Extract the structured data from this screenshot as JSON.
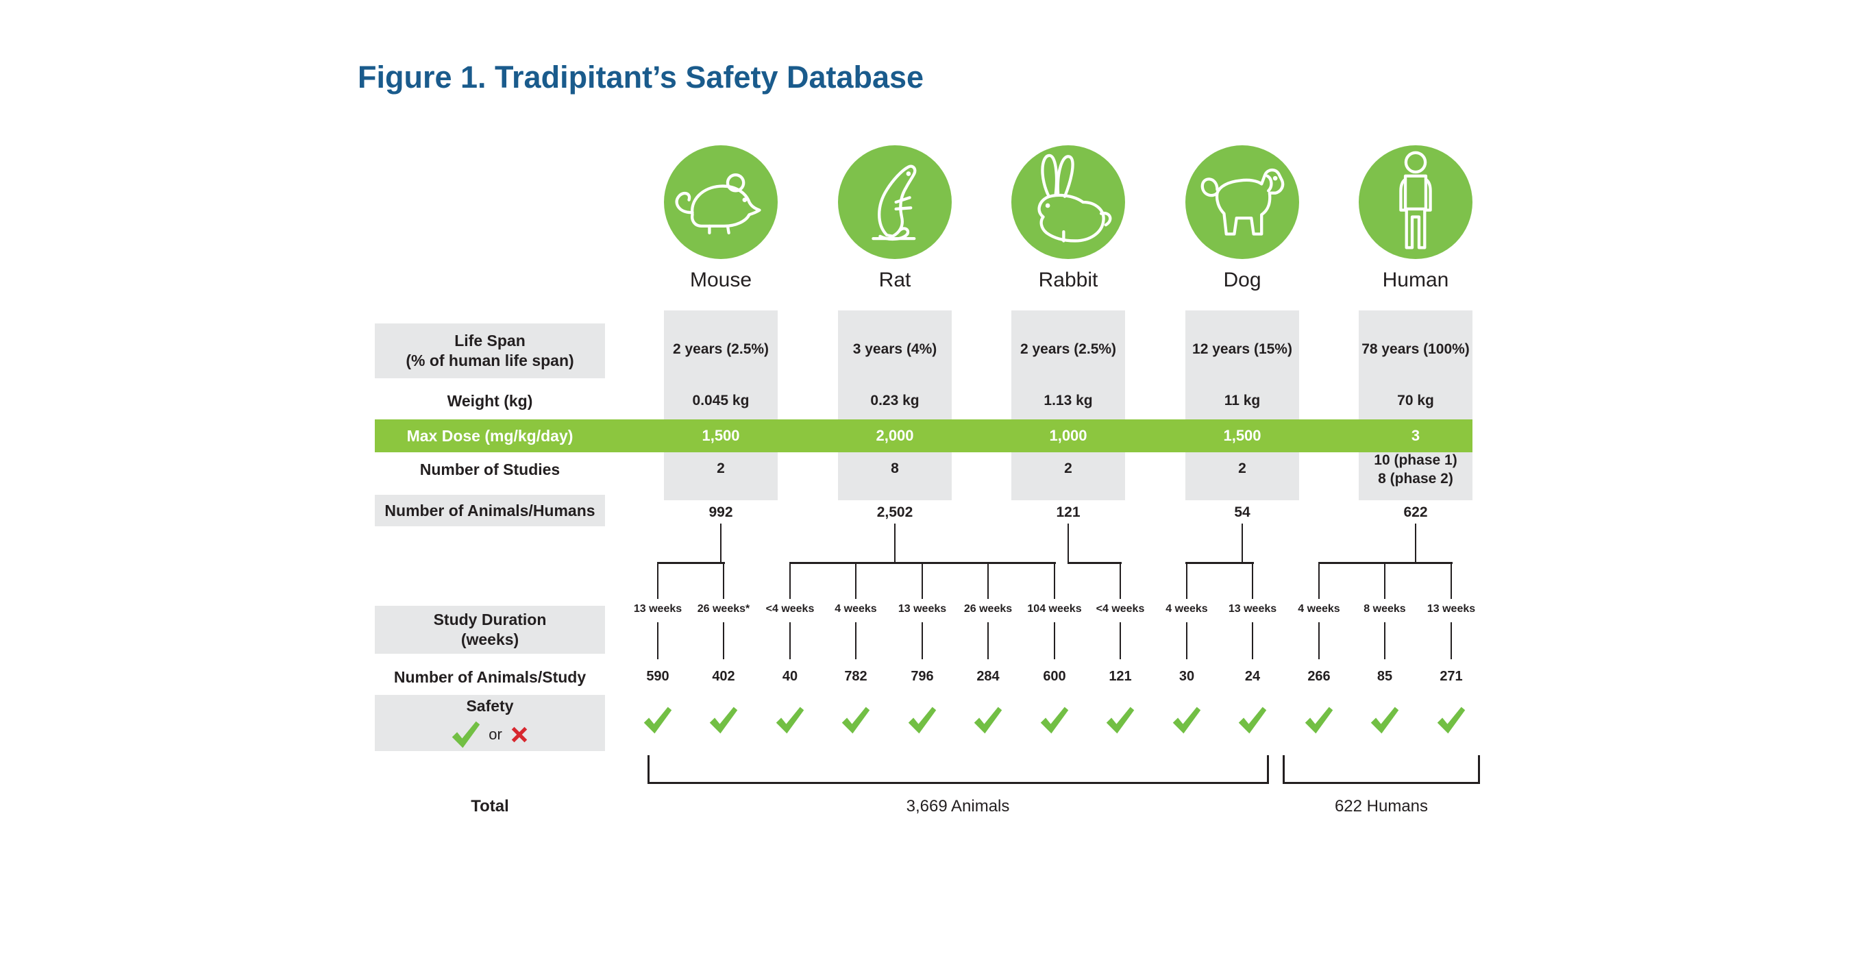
{
  "title": "Figure 1. Tradipitant’s Safety Database",
  "colors": {
    "accent_green": "#8CC63F",
    "icon_green": "#7EC14B",
    "check_green": "#72BF44",
    "cross_red": "#D7282F",
    "title_blue": "#1A5B8C",
    "box_gray": "#E6E7E8",
    "text_dark": "#231F20"
  },
  "row_labels": {
    "life_span_line1": "Life Span",
    "life_span_line2": "(% of human life span)",
    "weight": "Weight (kg)",
    "max_dose": "Max Dose (mg/kg/day)",
    "num_studies": "Number of Studies",
    "num_animals_humans": "Number of Animals/Humans",
    "study_duration_line1": "Study Duration",
    "study_duration_line2": "(weeks)",
    "num_animals_study": "Number of Animals/Study",
    "safety": "Safety",
    "safety_or": "or",
    "total": "Total"
  },
  "species": [
    {
      "name": "Mouse",
      "life_span": "2 years (2.5%)",
      "weight": "0.045 kg",
      "max_dose": "1,500",
      "num_studies": "2",
      "num_animals": "992"
    },
    {
      "name": "Rat",
      "life_span": "3 years (4%)",
      "weight": "0.23 kg",
      "max_dose": "2,000",
      "num_studies": "8",
      "num_animals": "2,502"
    },
    {
      "name": "Rabbit",
      "life_span": "2 years (2.5%)",
      "weight": "1.13 kg",
      "max_dose": "1,000",
      "num_studies": "2",
      "num_animals": "121"
    },
    {
      "name": "Dog",
      "life_span": "12 years (15%)",
      "weight": "11 kg",
      "max_dose": "1,500",
      "num_studies": "2",
      "num_animals": "54"
    },
    {
      "name": "Human",
      "life_span": "78 years (100%)",
      "weight": "70 kg",
      "max_dose": "3",
      "num_studies": "10 (phase 1)",
      "num_studies2": "8 (phase 2)",
      "num_animals": "622"
    }
  ],
  "studies": [
    {
      "group": "Mouse",
      "duration": "13 weeks",
      "animals": "590",
      "safety": "pass"
    },
    {
      "group": "Mouse",
      "duration": "26 weeks*",
      "animals": "402",
      "safety": "pass"
    },
    {
      "group": "Rat",
      "duration": "<4 weeks",
      "animals": "40",
      "safety": "pass"
    },
    {
      "group": "Rat",
      "duration": "4 weeks",
      "animals": "782",
      "safety": "pass"
    },
    {
      "group": "Rat",
      "duration": "13 weeks",
      "animals": "796",
      "safety": "pass"
    },
    {
      "group": "Rat",
      "duration": "26 weeks",
      "animals": "284",
      "safety": "pass"
    },
    {
      "group": "Rat",
      "duration": "104 weeks",
      "animals": "600",
      "safety": "pass"
    },
    {
      "group": "Rabbit",
      "duration": "<4 weeks",
      "animals": "121",
      "safety": "pass"
    },
    {
      "group": "Dog",
      "duration": "4 weeks",
      "animals": "30",
      "safety": "pass"
    },
    {
      "group": "Dog",
      "duration": "13 weeks",
      "animals": "24",
      "safety": "pass"
    },
    {
      "group": "Human",
      "duration": "4 weeks",
      "animals": "266",
      "safety": "pass"
    },
    {
      "group": "Human",
      "duration": "8 weeks",
      "animals": "85",
      "safety": "pass"
    },
    {
      "group": "Human",
      "duration": "13 weeks",
      "animals": "271",
      "safety": "pass"
    }
  ],
  "totals": {
    "animals": "3,669 Animals",
    "humans": "622 Humans"
  }
}
